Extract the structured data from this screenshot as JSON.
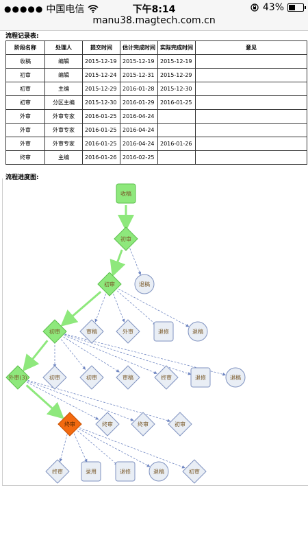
{
  "status_bar": {
    "carrier": "中国电信",
    "time": "下午8:14",
    "battery": "43%",
    "battery_level": 0.43
  },
  "url": "manu38.magtech.com.cn",
  "records_title": "流程记录表:",
  "progress_title": "流程进度图:",
  "table": {
    "headers": [
      "阶段名称",
      "处理人",
      "提交时间",
      "估计完成时间",
      "实际完成时间",
      "意见"
    ],
    "rows": [
      [
        "收稿",
        "编辑",
        "2015-12-19",
        "2015-12-19",
        "2015-12-19",
        ""
      ],
      [
        "初审",
        "编辑",
        "2015-12-24",
        "2015-12-31",
        "2015-12-29",
        ""
      ],
      [
        "初审",
        "主编",
        "2015-12-29",
        "2016-01-28",
        "2015-12-30",
        ""
      ],
      [
        "初审",
        "分区主编",
        "2015-12-30",
        "2016-01-29",
        "2016-01-25",
        ""
      ],
      [
        "外审",
        "外审专家",
        "2016-01-25",
        "2016-04-24",
        "",
        ""
      ],
      [
        "外审",
        "外审专家",
        "2016-01-25",
        "2016-04-24",
        "",
        ""
      ],
      [
        "外审",
        "外审专家",
        "2016-01-25",
        "2016-04-24",
        "2016-01-26",
        ""
      ],
      [
        "终审",
        "主编",
        "2016-01-26",
        "2016-02-25",
        "",
        ""
      ]
    ]
  },
  "flow": {
    "colors": {
      "done": "#8ee87c",
      "done_border": "#5bbf4c",
      "current": "#f26a10",
      "current_border": "#c64f00",
      "option": "#e9eef5",
      "option_border": "#7f92c0",
      "main_arrow": "#8ee87c",
      "dash_arrow": "#6f86c2",
      "text": "#7a5a2a"
    },
    "nodes": [
      {
        "id": "n0",
        "label": "收稿",
        "shape": "rect",
        "state": "done"
      },
      {
        "id": "n1",
        "label": "初审",
        "shape": "diamond",
        "state": "done"
      },
      {
        "id": "n2",
        "label": "初审",
        "shape": "diamond",
        "state": "done"
      },
      {
        "id": "n2r",
        "label": "退稿",
        "shape": "circle",
        "state": "option"
      },
      {
        "id": "n3",
        "label": "初审",
        "shape": "diamond",
        "state": "done"
      },
      {
        "id": "n3a",
        "label": "审稿",
        "shape": "diamond",
        "state": "option"
      },
      {
        "id": "n3b",
        "label": "外审",
        "shape": "diamond",
        "state": "option"
      },
      {
        "id": "n3c",
        "label": "退修",
        "shape": "rect",
        "state": "option"
      },
      {
        "id": "n3d",
        "label": "退稿",
        "shape": "circle",
        "state": "option"
      },
      {
        "id": "n4",
        "label": "外审(3)",
        "shape": "diamond",
        "state": "done"
      },
      {
        "id": "n4a",
        "label": "初审",
        "shape": "diamond",
        "state": "option"
      },
      {
        "id": "n4b",
        "label": "初审",
        "shape": "diamond",
        "state": "option"
      },
      {
        "id": "n4c",
        "label": "审稿",
        "shape": "diamond",
        "state": "option"
      },
      {
        "id": "n4d",
        "label": "终审",
        "shape": "diamond",
        "state": "option"
      },
      {
        "id": "n4e",
        "label": "退修",
        "shape": "rect",
        "state": "option"
      },
      {
        "id": "n4f",
        "label": "退稿",
        "shape": "circle",
        "state": "option"
      },
      {
        "id": "n5",
        "label": "终审",
        "shape": "diamond",
        "state": "current"
      },
      {
        "id": "n5a",
        "label": "终审",
        "shape": "diamond",
        "state": "option"
      },
      {
        "id": "n5b",
        "label": "终审",
        "shape": "diamond",
        "state": "option"
      },
      {
        "id": "n5c",
        "label": "初审",
        "shape": "diamond",
        "state": "option"
      },
      {
        "id": "n6a",
        "label": "终审",
        "shape": "diamond",
        "state": "option"
      },
      {
        "id": "n6b",
        "label": "录用",
        "shape": "rect",
        "state": "option"
      },
      {
        "id": "n6c",
        "label": "退修",
        "shape": "rect",
        "state": "option"
      },
      {
        "id": "n6d",
        "label": "退稿",
        "shape": "circle",
        "state": "option"
      },
      {
        "id": "n6e",
        "label": "初审",
        "shape": "diamond",
        "state": "option"
      }
    ]
  }
}
